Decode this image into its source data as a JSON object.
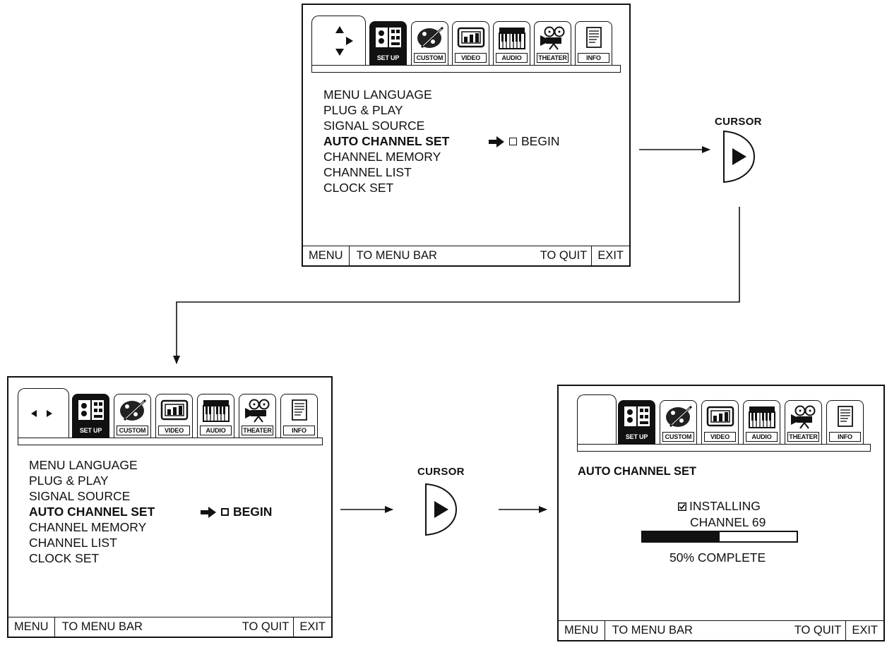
{
  "tabs": [
    {
      "label": "SET UP",
      "icon": "setup-panel-icon",
      "selected": true
    },
    {
      "label": "CUSTOM",
      "icon": "palette-icon",
      "selected": false
    },
    {
      "label": "VIDEO",
      "icon": "video-screen-icon",
      "selected": false
    },
    {
      "label": "AUDIO",
      "icon": "keyboard-icon",
      "selected": false
    },
    {
      "label": "THEATER",
      "icon": "film-projector-icon",
      "selected": false
    },
    {
      "label": "INFO",
      "icon": "info-document-icon",
      "selected": false
    }
  ],
  "menu": {
    "items": [
      "MENU LANGUAGE",
      "PLUG & PLAY",
      "SIGNAL SOURCE",
      "AUTO CHANNEL SET",
      "CHANNEL MEMORY",
      "CHANNEL LIST",
      "CLOCK SET"
    ],
    "active_item": "AUTO CHANNEL SET",
    "option": "BEGIN"
  },
  "footer": {
    "menu": "MENU",
    "to_menu_bar": "TO MENU BAR",
    "to_quit": "TO QUIT",
    "exit": "EXIT"
  },
  "cursor": {
    "label": "CURSOR"
  },
  "install": {
    "title": "AUTO CHANNEL SET",
    "status": "INSTALLING",
    "channel": "CHANNEL 69",
    "progress_percent": 50,
    "progress_text": "50% COMPLETE"
  }
}
